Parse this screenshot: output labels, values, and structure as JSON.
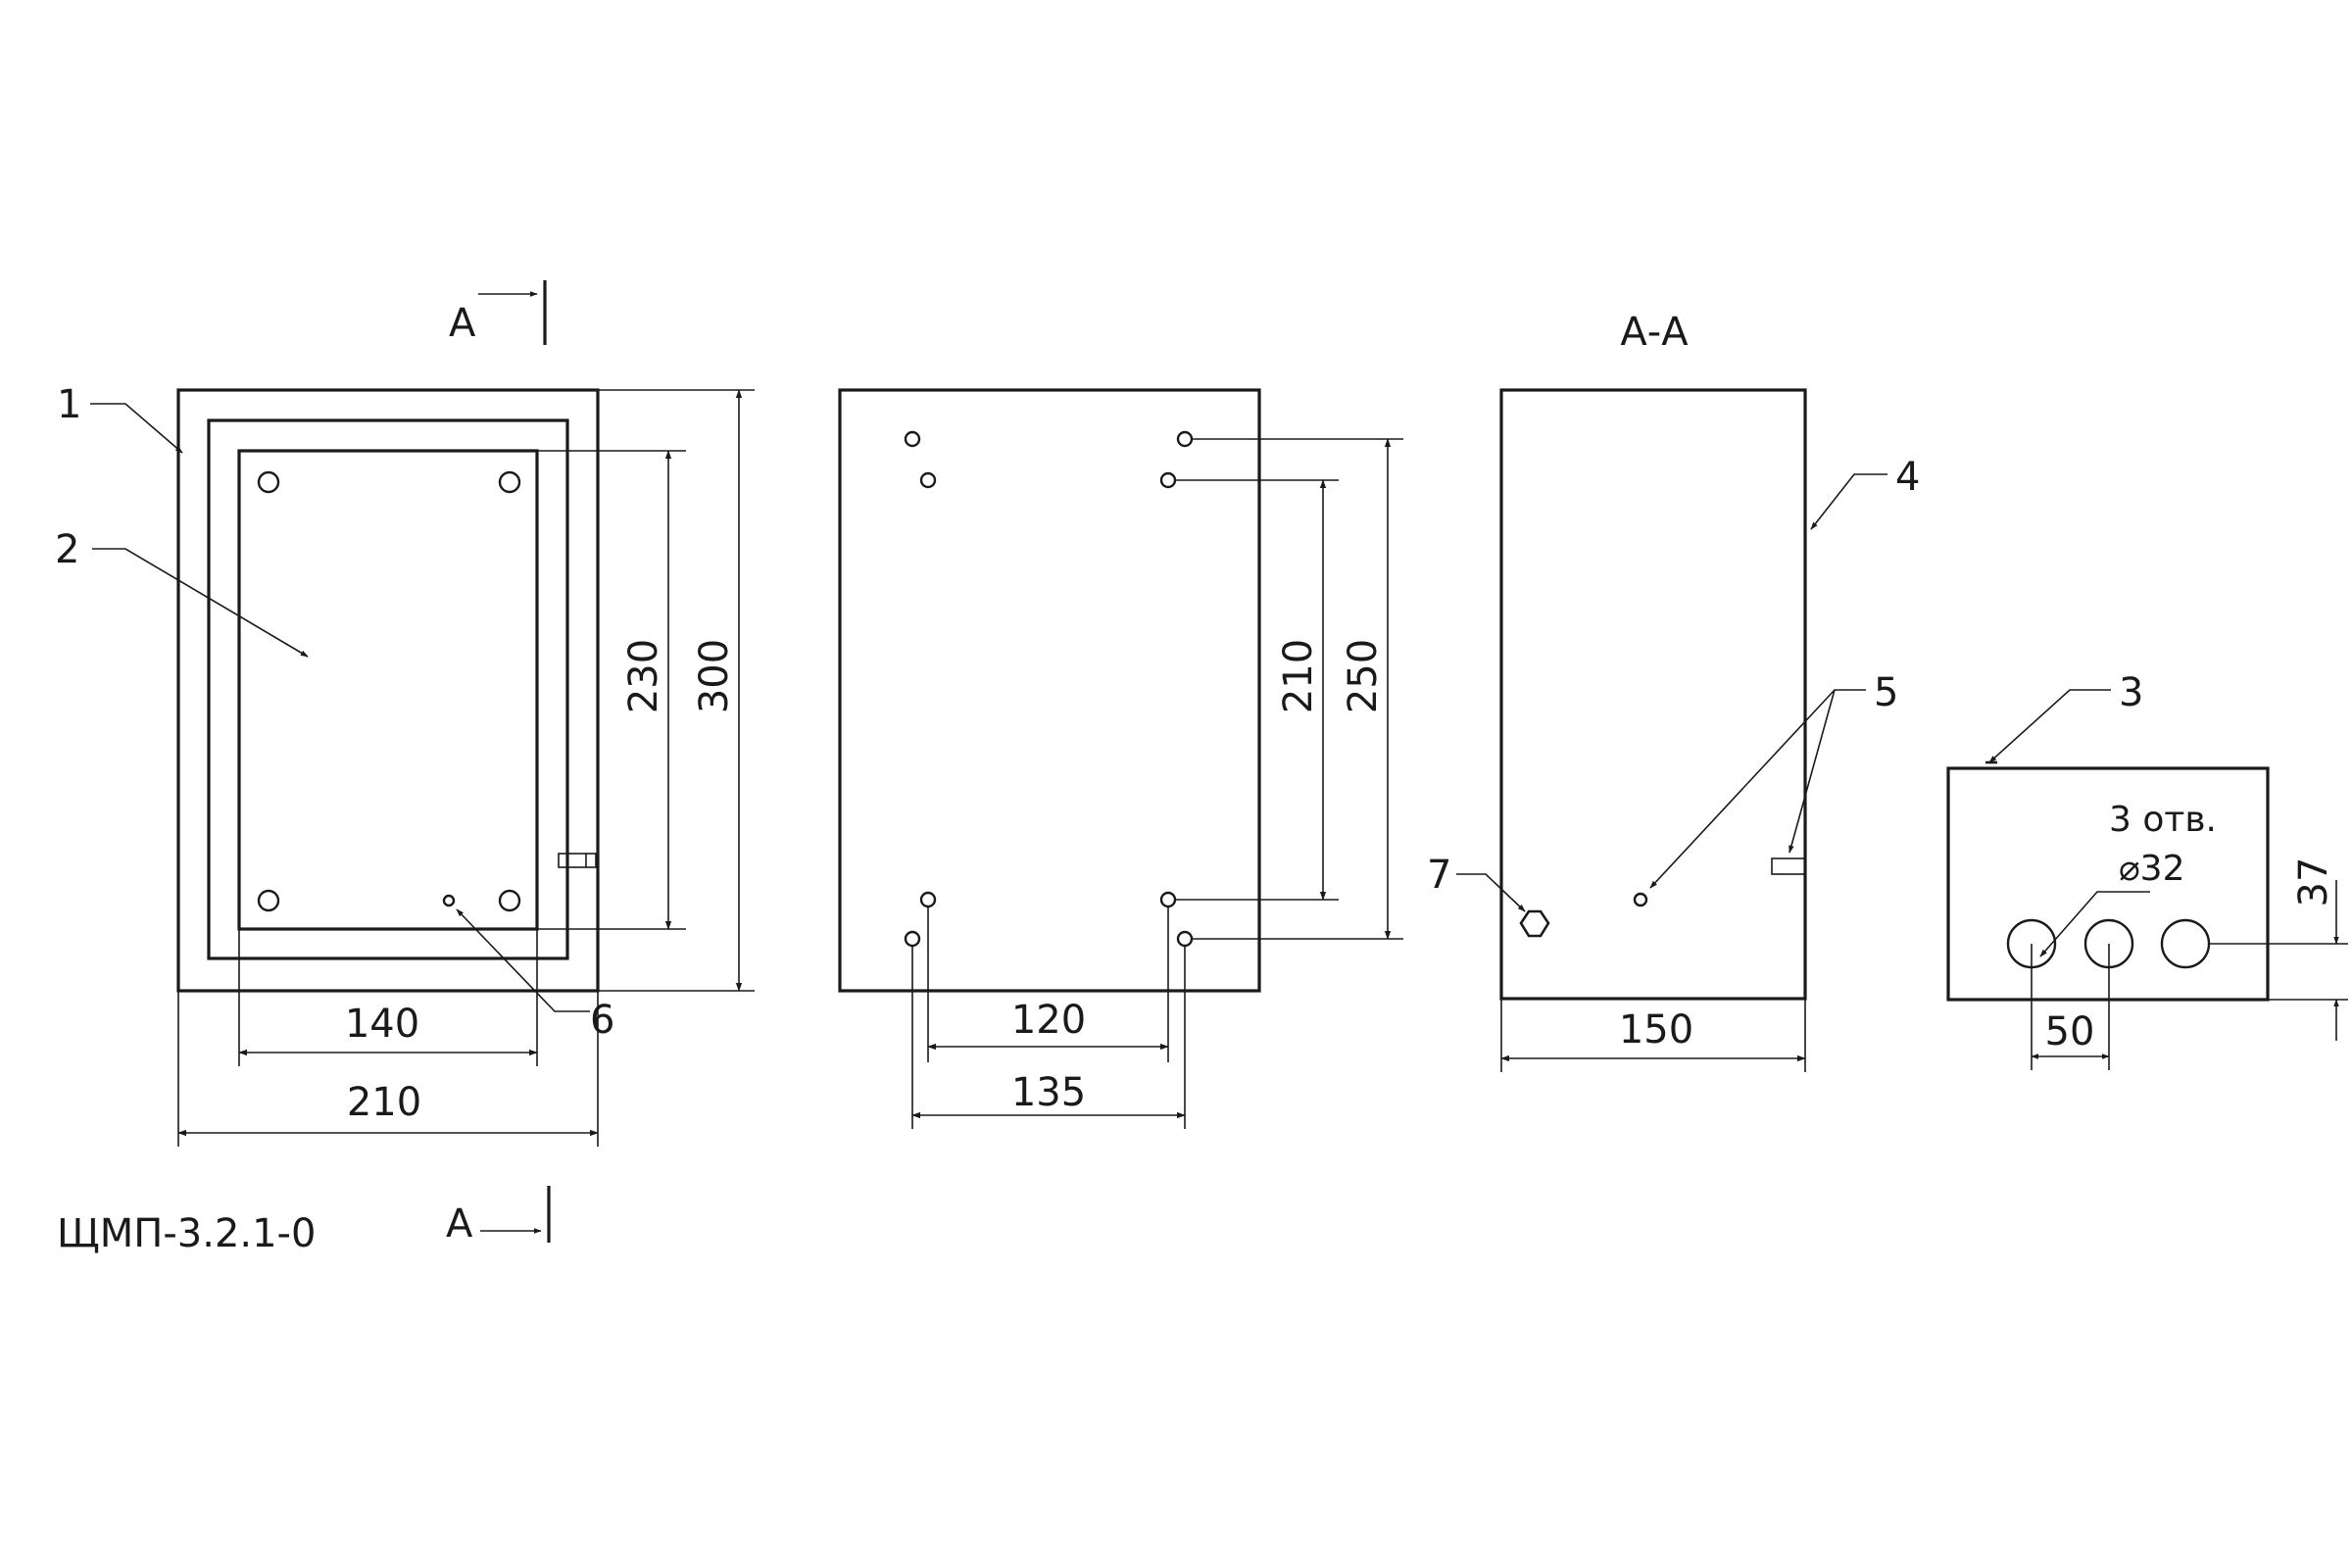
{
  "title": "ЩМП-3.2.1-0",
  "section_label": "А-А",
  "section_marker": "А",
  "part_numbers": [
    "1",
    "2",
    "3",
    "4",
    "5",
    "6",
    "7"
  ],
  "front_view": {
    "width": "210",
    "inner_width": "140",
    "height": "300",
    "inner_height": "230"
  },
  "back_view": {
    "mount_height_inner": "210",
    "mount_height_outer": "250",
    "mount_width_inner": "120",
    "mount_width_outer": "135"
  },
  "side_view": {
    "depth": "150"
  },
  "bottom_view": {
    "holes_note_line1": "3 отв.",
    "holes_note_line2": "⌀32",
    "hole_spacing": "50",
    "hole_offset": "37"
  }
}
